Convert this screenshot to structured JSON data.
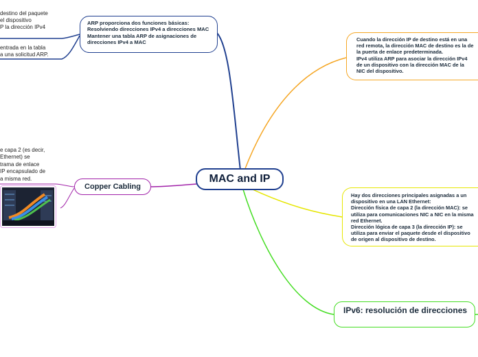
{
  "central": {
    "title": "MAC and IP",
    "color": "#1f3f8f"
  },
  "arp": {
    "text": "ARP proporciona dos funciones básicas:\nResolviendo direcciones IPv4 a direcciones MAC\nMantener una tabla ARP de asignaciones de direcciones IPv4 a MAC",
    "color": "#1f3f8f",
    "sub1": "destino del paquete\nel dispositivo\nP la dirección IPv4",
    "sub2": "entrada en la tabla\na una solicitud ARP."
  },
  "remote": {
    "text": "Cuando la dirección IP de destino está en una red remota, la dirección MAC de destino es la de la puerta de enlace predeterminada.\nIPv4 utiliza ARP para asociar la dirección IPv4 de un dispositivo con la dirección MAC de la NIC del dispositivo.",
    "color": "#f5a623"
  },
  "copper": {
    "label": "Copper Cabling",
    "color": "#a020a8",
    "side_text": "e capa 2 (es decir,\nEthernet) se\n trama de enlace\n IP encapsulado de\na misma red."
  },
  "two_addresses": {
    "text": "Hay dos direcciones principales asignadas a un dispositivo en una LAN Ethernet:\nDirección física de capa 2 (la dirección MAC): se utiliza para comunicaciones NIC a NIC en la misma red Ethernet.\nDirección lógica de capa 3 (la dirección IP): se utiliza para enviar el paquete desde el dispositivo de origen al dispositivo de destino.",
    "color": "#e6e600"
  },
  "ipv6": {
    "label": "IPv6: resolución de direcciones",
    "color": "#44dd22"
  }
}
